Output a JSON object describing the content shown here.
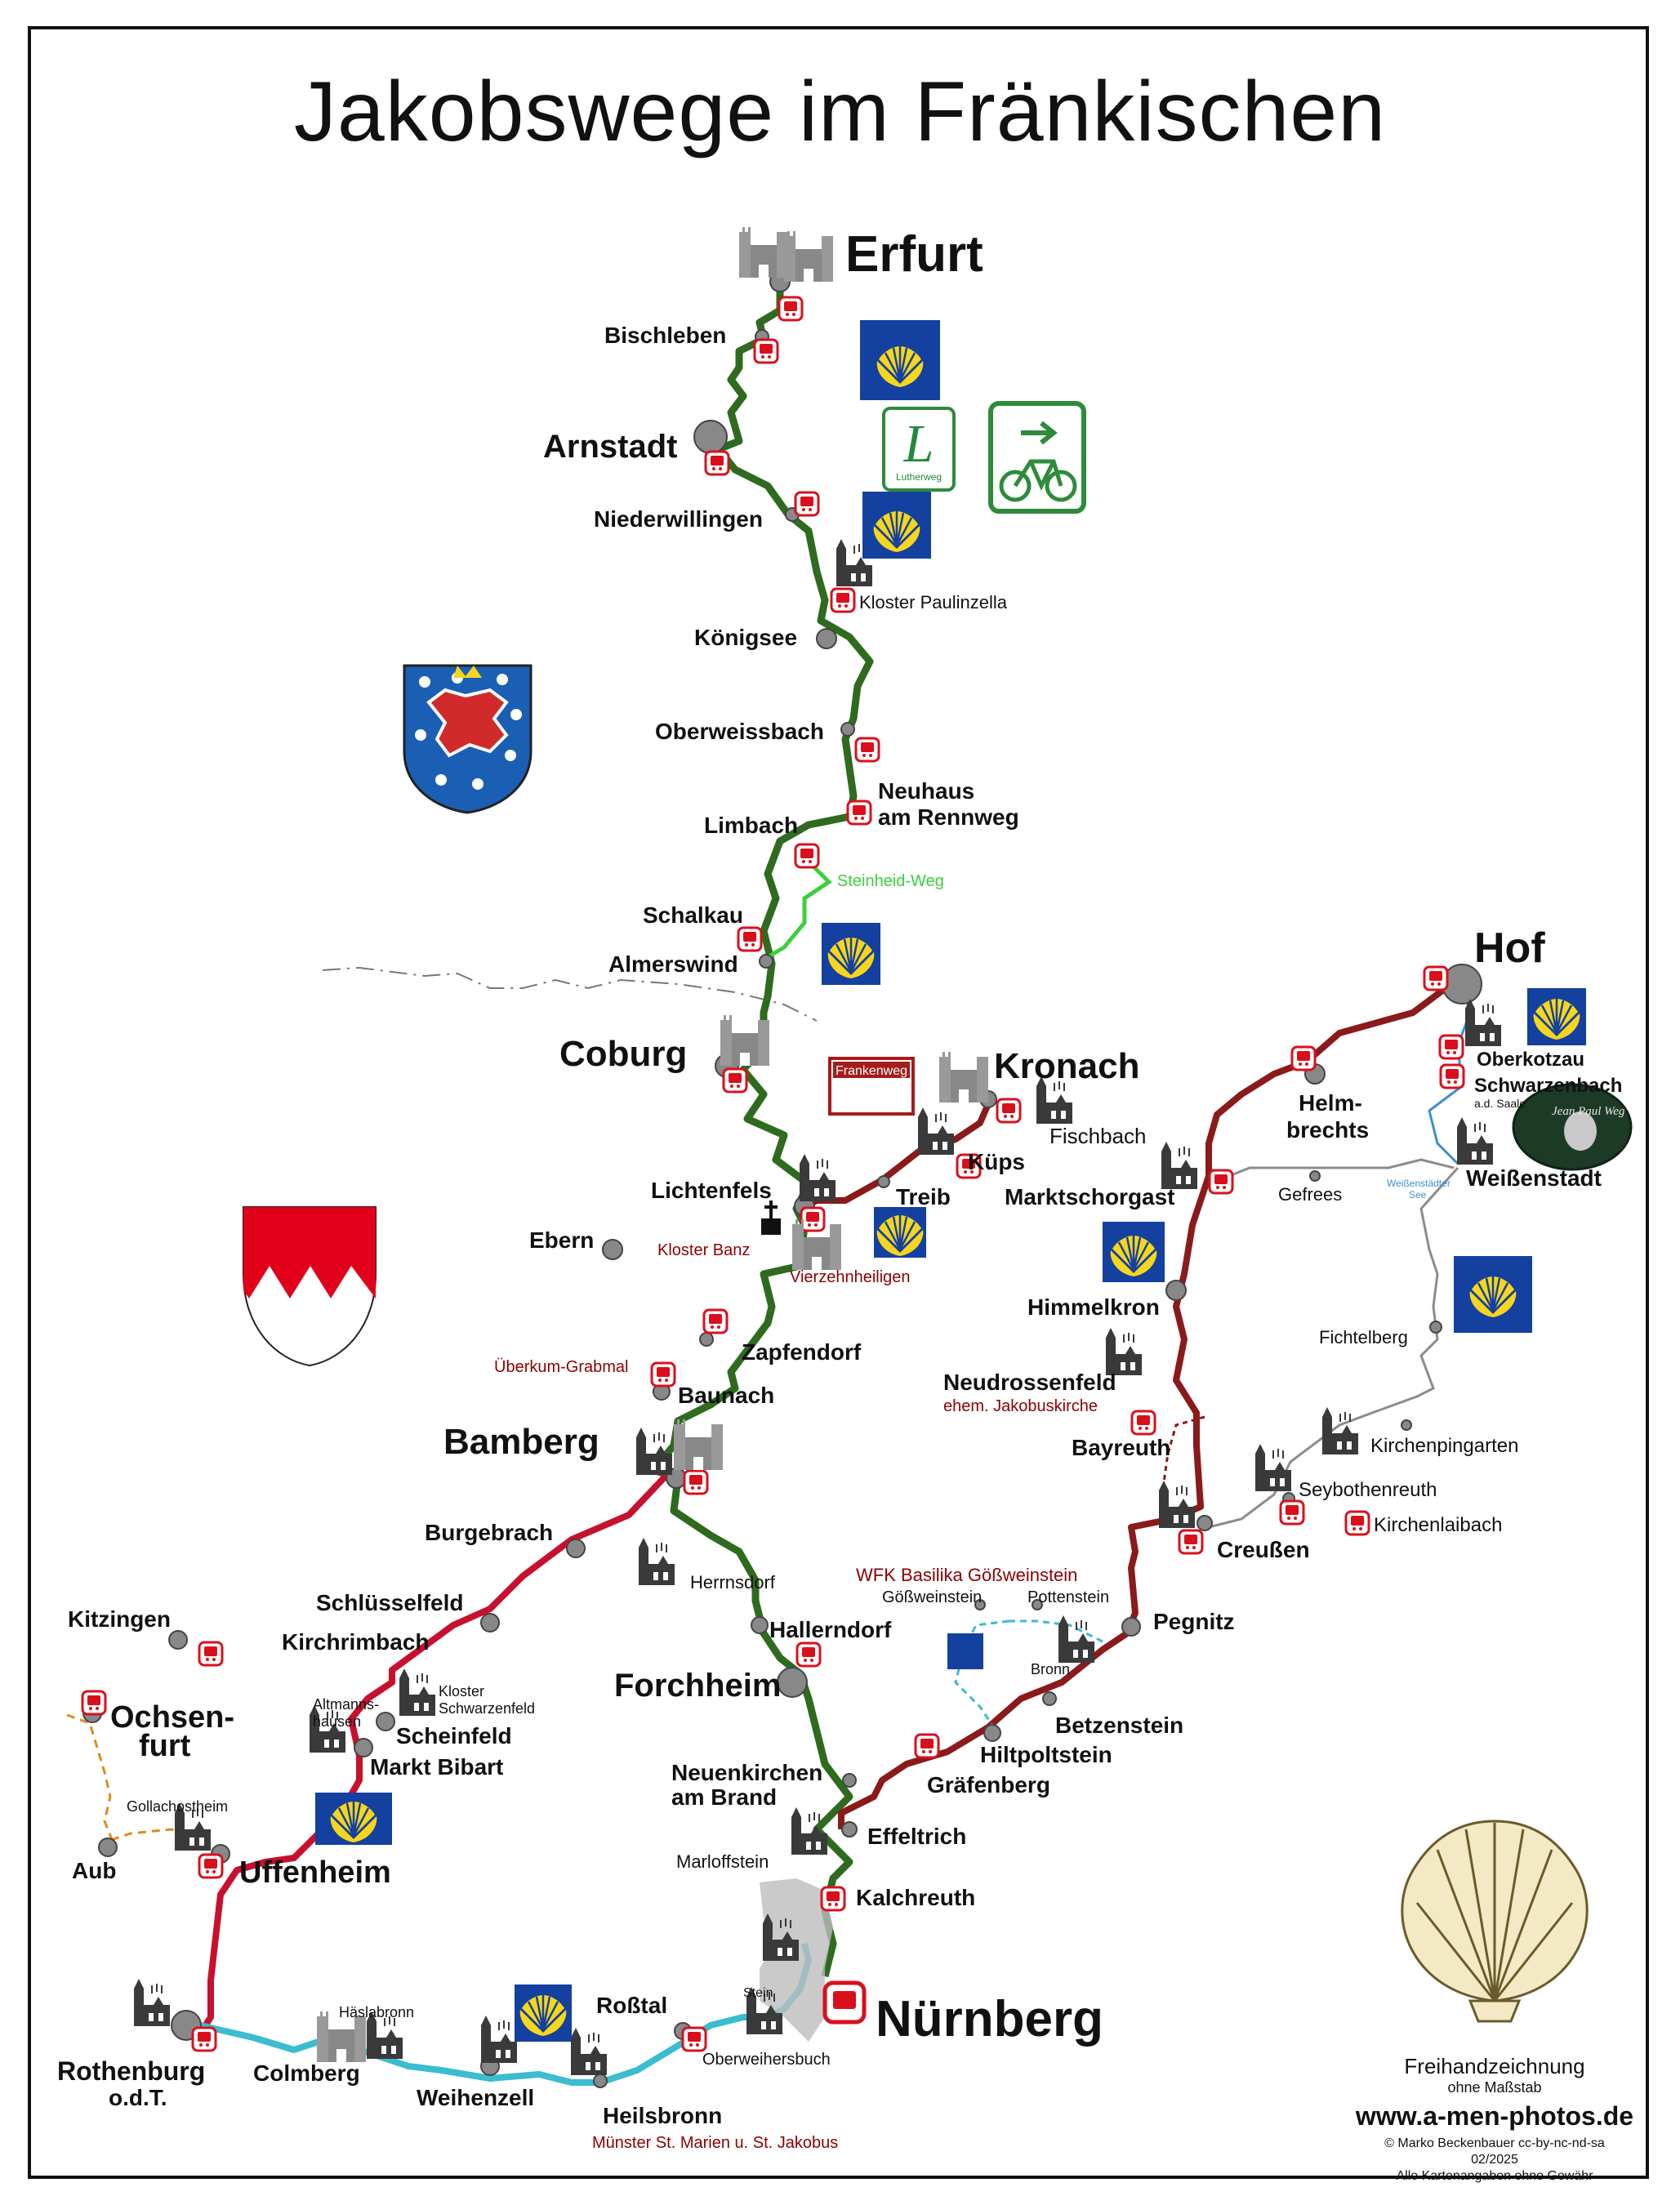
{
  "title": "Jakobswege im Fränkischen",
  "colors": {
    "green_route": "#2e6b1f",
    "red_route": "#c8102e",
    "darkred_route": "#8b1a1a",
    "cyan_route": "#3bbcd0",
    "grey_route": "#8c8c8c",
    "orange_route": "#e08a1e",
    "shell_blue": "#1440a0",
    "shell_yellow": "#f6d61b"
  },
  "places": {
    "erfurt": "Erfurt",
    "bischleben": "Bischleben",
    "arnstadt": "Arnstadt",
    "niederwillingen": "Niederwillingen",
    "kloster_paulinzella": "Kloster Paulinzella",
    "koenigsee": "Königsee",
    "oberweissbach": "Oberweissbach",
    "neuhaus_1": "Neuhaus",
    "neuhaus_2": "am Rennweg",
    "limbach": "Limbach",
    "steinheid_weg": "Steinheid-Weg",
    "schalkau": "Schalkau",
    "almerswind": "Almerswind",
    "coburg": "Coburg",
    "kronach": "Kronach",
    "frankenweg": "Frankenweg",
    "fischbach": "Fischbach",
    "kueps": "Küps",
    "treib": "Treib",
    "lichtenfels": "Lichtenfels",
    "kloster_banz": "Kloster Banz",
    "vierzehnheiligen": "Vierzehnheiligen",
    "ebern": "Ebern",
    "zapfendorf": "Zapfendorf",
    "ueberkum": "Überkum-Grabmal",
    "baunach": "Baunach",
    "bamberg": "Bamberg",
    "burgebrach": "Burgebrach",
    "schluesselfeld": "Schlüsselfeld",
    "kirchrimbach": "Kirchrimbach",
    "kitzingen": "Kitzingen",
    "kloster_schwarzenfeld_1": "Kloster",
    "kloster_schwarzenfeld_2": "Schwarzenfeld",
    "altmannshausen_1": "Altmanns-",
    "altmannshausen_2": "hausen",
    "scheinfeld": "Scheinfeld",
    "markt_bibart": "Markt Bibart",
    "ochsenfurt_1": "Ochsen-",
    "ochsenfurt_2": "furt",
    "gollachostheim": "Gollachostheim",
    "aub": "Aub",
    "uffenheim": "Uffenheim",
    "rothenburg_1": "Rothenburg",
    "rothenburg_2": "o.d.T.",
    "haeslabronn": "Häslabronn",
    "colmberg": "Colmberg",
    "weihenzell": "Weihenzell",
    "rosstal": "Roßtal",
    "heilsbronn": "Heilsbronn",
    "muenster": "Münster St. Marien u. St. Jakobus",
    "stein": "Stein",
    "oberweihersbuch": "Oberweihersbuch",
    "nuernberg": "Nürnberg",
    "herrnsdorf": "Herrnsdorf",
    "hallerndorf": "Hallerndorf",
    "forchheim": "Forchheim",
    "neuenkirchen_1": "Neuenkirchen",
    "neuenkirchen_2": "am Brand",
    "marloffstein": "Marloffstein",
    "effeltrich": "Effeltrich",
    "kalchreuth": "Kalchreuth",
    "graefenberg": "Gräfenberg",
    "hiltpoltstein": "Hiltpoltstein",
    "betzenstein": "Betzenstein",
    "bronn": "Bronn",
    "goessweinstein": "Gößweinstein",
    "pottenstein": "Pottenstein",
    "wfk": "WFK Basilika Gößweinstein",
    "pegnitz": "Pegnitz",
    "creussen": "Creußen",
    "kirchenlaibach": "Kirchenlaibach",
    "seybothenreuth": "Seybothenreuth",
    "kirchenpingarten": "Kirchenpingarten",
    "bayreuth": "Bayreuth",
    "neudrossenfeld": "Neudrossenfeld",
    "jakobuskirche": "ehem. Jakobuskirche",
    "himmelkron": "Himmelkron",
    "marktschorgast": "Marktschorgast",
    "fichtelberg": "Fichtelberg",
    "gefrees": "Gefrees",
    "weissenstadt": "Weißenstadt",
    "weissenstaedter_see_1": "Weißenstädter",
    "weissenstaedter_see_2": "See",
    "helmbrechts_1": "Helm-",
    "helmbrechts_2": "brechts",
    "hof": "Hof",
    "oberkotzau": "Oberkotzau",
    "schwarzenbach": "Schwarzenbach",
    "ad_saale": "a.d. Saale"
  },
  "badges": {
    "lutherweg": "Lutherweg",
    "jean_paul_weg": "Jean Paul Weg"
  },
  "credits": {
    "line1": "Freihandzeichnung",
    "line2": "ohne Maßstab",
    "url": "www.a-men-photos.de",
    "copyright": "© Marko Beckenbauer  cc-by-nc-nd-sa",
    "date": "02/2025",
    "disclaimer": "Alle Kartenangaben ohne Gewähr"
  }
}
